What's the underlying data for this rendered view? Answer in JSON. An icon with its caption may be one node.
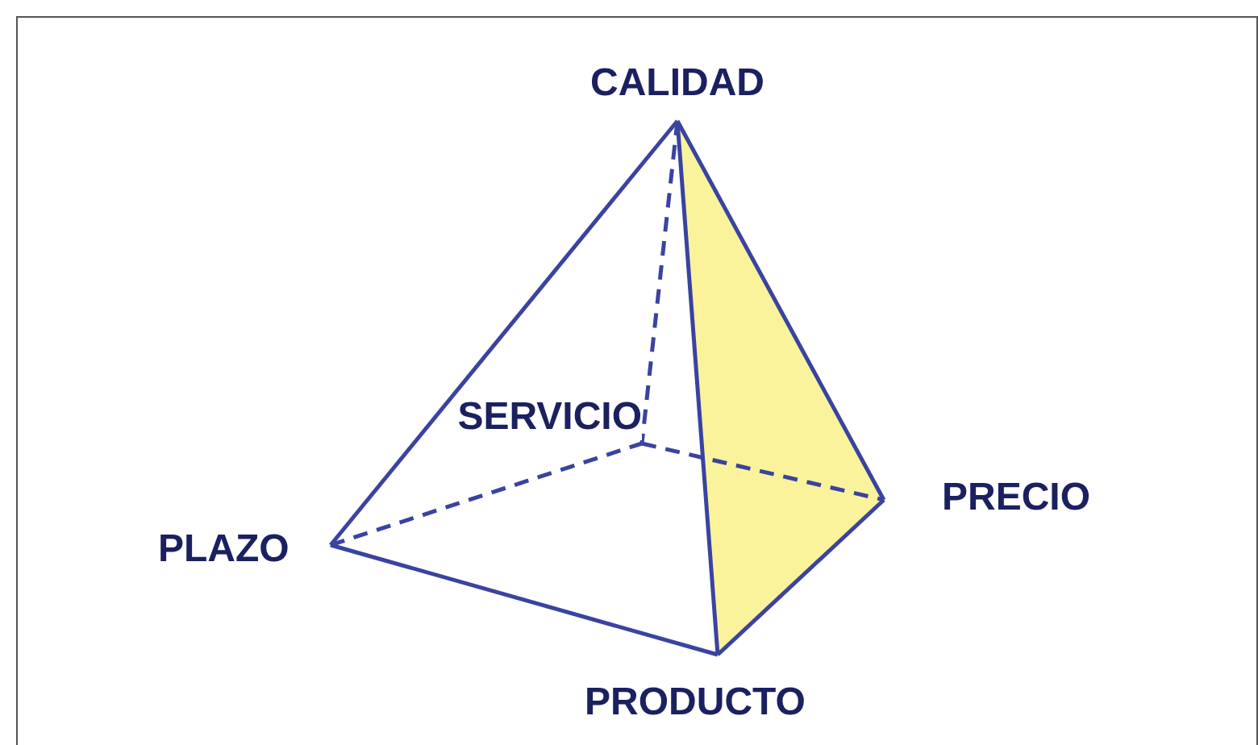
{
  "diagram": {
    "nodes": [
      {
        "text": [
          "CALIDAD"
        ]
      },
      {
        "text": [
          "SERVICIO"
        ]
      },
      {
        "text": [
          "PLAZO"
        ]
      },
      {
        "text": [
          "PRECIO"
        ]
      },
      {
        "text": [
          "PRODUCTO"
        ]
      }
    ],
    "edges": [
      {
        "from": 0,
        "to": 2,
        "arrow": "none"
      },
      {
        "from": 0,
        "to": 4,
        "arrow": "none"
      },
      {
        "from": 0,
        "to": 3,
        "arrow": "none"
      },
      {
        "from": 0,
        "to": 1,
        "arrow": "none",
        "style": "dashed"
      },
      {
        "from": 2,
        "to": 4,
        "arrow": "none"
      },
      {
        "from": 4,
        "to": 3,
        "arrow": "none"
      },
      {
        "from": 2,
        "to": 1,
        "arrow": "none",
        "style": "dashed"
      },
      {
        "from": 1,
        "to": 3,
        "arrow": "none",
        "style": "dashed"
      }
    ]
  }
}
